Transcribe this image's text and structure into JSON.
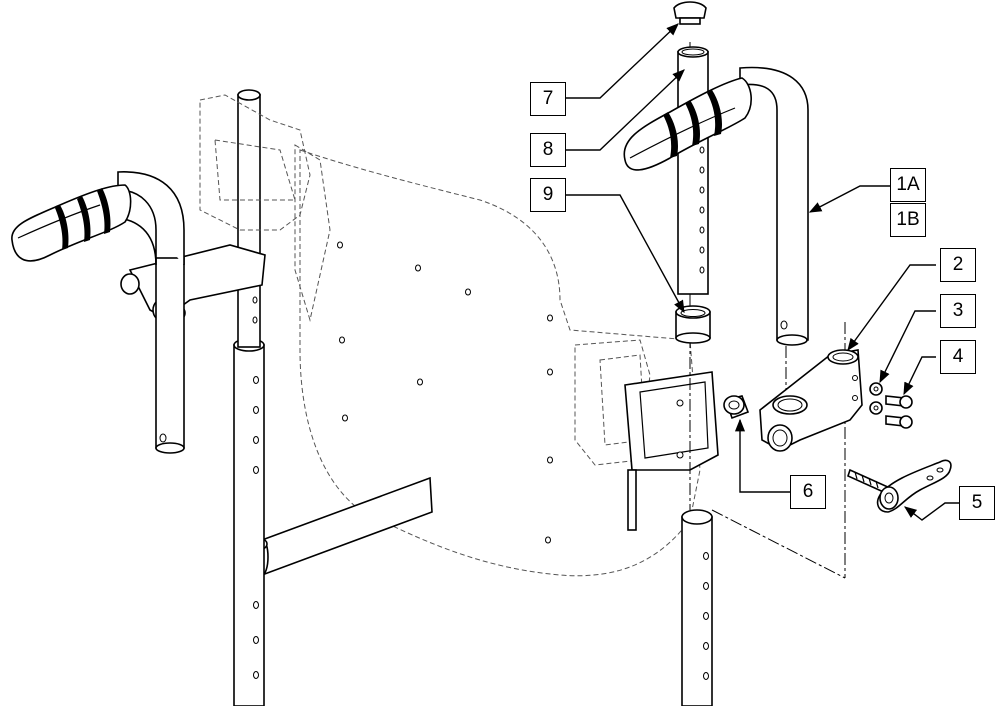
{
  "callouts": [
    {
      "id": "7",
      "label": "7"
    },
    {
      "id": "8",
      "label": "8"
    },
    {
      "id": "9",
      "label": "9"
    },
    {
      "id": "1A",
      "label": "1A"
    },
    {
      "id": "1B",
      "label": "1B"
    },
    {
      "id": "2",
      "label": "2"
    },
    {
      "id": "3",
      "label": "3"
    },
    {
      "id": "4",
      "label": "4"
    },
    {
      "id": "5",
      "label": "5"
    },
    {
      "id": "6",
      "label": "6"
    }
  ]
}
